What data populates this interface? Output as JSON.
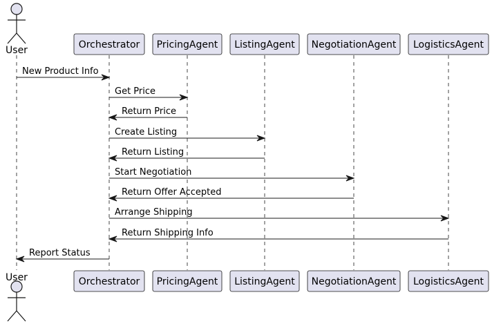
{
  "diagram": {
    "type": "sequence",
    "colors": {
      "participant_fill": "#e2e2f0",
      "participant_border": "#181818",
      "lifeline": "#181818",
      "arrow": "#181818",
      "text": "#000000",
      "background": "#ffffff"
    },
    "participants": [
      {
        "id": "user",
        "label": "User",
        "kind": "actor"
      },
      {
        "id": "orchestrator",
        "label": "Orchestrator",
        "kind": "box"
      },
      {
        "id": "pricing",
        "label": "PricingAgent",
        "kind": "box"
      },
      {
        "id": "listing",
        "label": "ListingAgent",
        "kind": "box"
      },
      {
        "id": "negotiation",
        "label": "NegotiationAgent",
        "kind": "box"
      },
      {
        "id": "logistics",
        "label": "LogisticsAgent",
        "kind": "box"
      }
    ],
    "messages": [
      {
        "from": 0,
        "to": 1,
        "label": "New Product Info"
      },
      {
        "from": 1,
        "to": 2,
        "label": "Get Price"
      },
      {
        "from": 2,
        "to": 1,
        "label": "Return Price"
      },
      {
        "from": 1,
        "to": 3,
        "label": "Create Listing"
      },
      {
        "from": 3,
        "to": 1,
        "label": "Return Listing"
      },
      {
        "from": 1,
        "to": 4,
        "label": "Start Negotiation"
      },
      {
        "from": 4,
        "to": 1,
        "label": "Return Offer Accepted"
      },
      {
        "from": 1,
        "to": 5,
        "label": "Arrange Shipping"
      },
      {
        "from": 5,
        "to": 1,
        "label": "Return Shipping Info"
      },
      {
        "from": 1,
        "to": 0,
        "label": "Report Status"
      }
    ]
  }
}
